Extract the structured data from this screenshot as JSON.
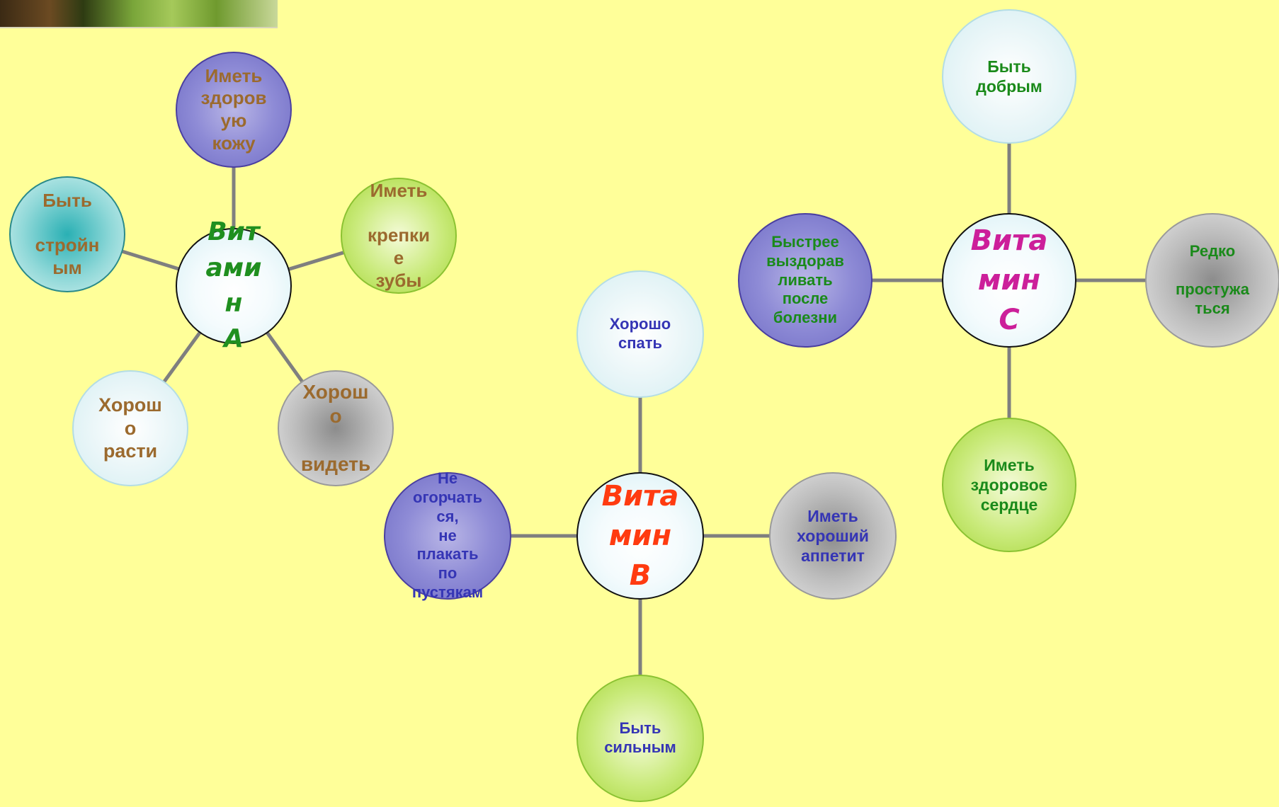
{
  "background": "#ffff99",
  "clusters": [
    {
      "id": "a",
      "hub": {
        "text": "Вит\nами\nн\nА",
        "color": "#1f8f1f"
      },
      "leaf_color": "#9b6a2e",
      "leaves": [
        {
          "text": "Иметь\nздоров\nую\nкожу",
          "style": "c-purple"
        },
        {
          "text": "Иметь\n\nкрепки\nе\nзубы",
          "style": "c-green"
        },
        {
          "text": "Хорош\nо\n\nвидеть",
          "style": "c-gray"
        },
        {
          "text": "Хорош\nо\nрасти",
          "style": "c-light"
        },
        {
          "text": "Быть\n\nстройн\nым",
          "style": "c-teal"
        }
      ]
    },
    {
      "id": "b",
      "hub": {
        "text": "Вита\nмин\nВ",
        "color": "#ff3b10"
      },
      "leaf_color": "#3535b5",
      "leaves": [
        {
          "text": "Хорошо\nспать",
          "style": "c-light"
        },
        {
          "text": "Иметь\nхороший\nаппетит",
          "style": "c-gray"
        },
        {
          "text": "Быть\nсильным",
          "style": "c-green"
        },
        {
          "text": "Не\nогорчать\nся,\nне\nплакать\nпо\nпустякам",
          "style": "c-purple"
        }
      ]
    },
    {
      "id": "c",
      "hub": {
        "text": "Вита\nмин\nС",
        "color": "#cc1f9a"
      },
      "leaf_color": "#1a8a1a",
      "leaves": [
        {
          "text": "Быть\nдобрым",
          "style": "c-light"
        },
        {
          "text": "Редко\n\nпростужа\nться",
          "style": "c-gray"
        },
        {
          "text": "Иметь\nздоровое\nсердце",
          "style": "c-green"
        },
        {
          "text": "Быстрее\nвыздорав\nливать\nпосле\nболезни",
          "style": "c-purple"
        }
      ]
    }
  ]
}
